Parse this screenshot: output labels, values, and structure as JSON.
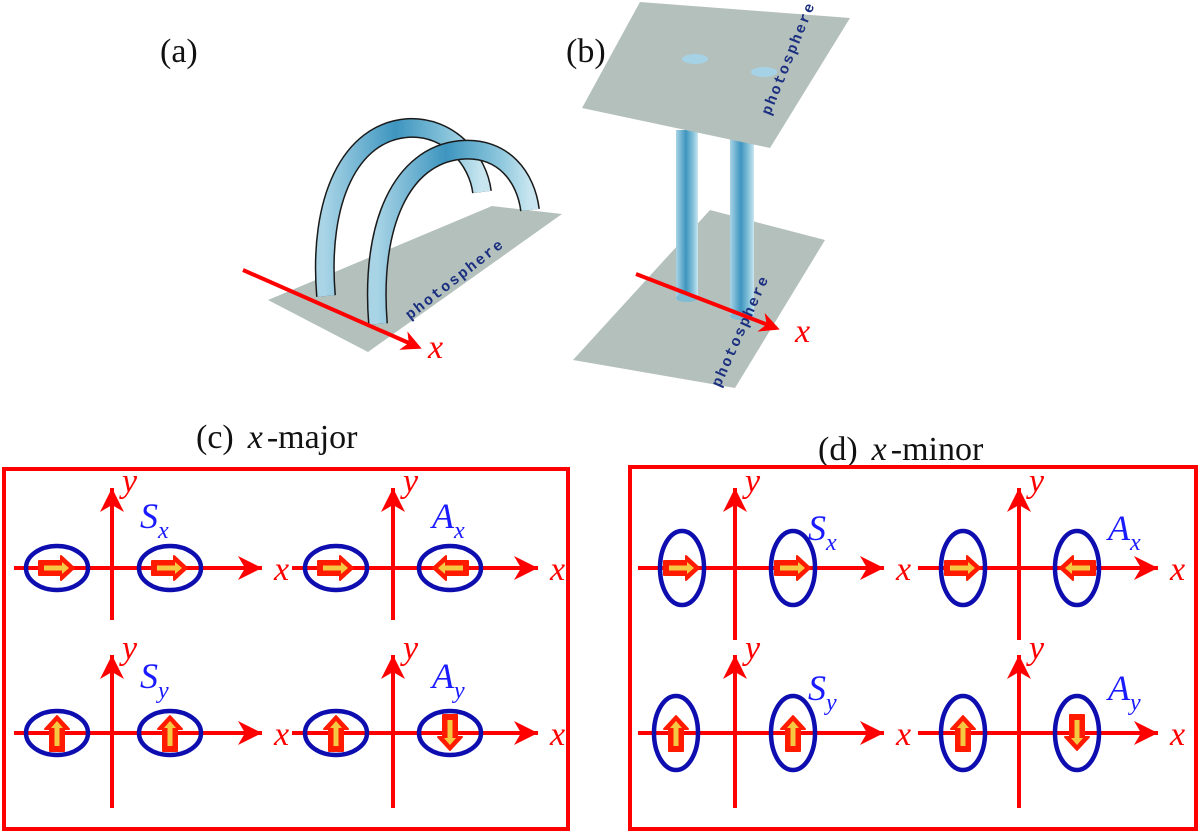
{
  "figure": {
    "panel_a": {
      "label": "(a)",
      "surface_label": "photosphere",
      "axis_label": "x",
      "structure": "two-loop-arcade"
    },
    "panel_b": {
      "label": "(b)",
      "surface_label_top": "photosphere",
      "surface_label_bottom": "photosphere",
      "axis_label": "x",
      "structure": "two-vertical-tubes-between-planes"
    },
    "panel_c": {
      "label": "(c)",
      "title_var": "x",
      "title_suffix": "-major",
      "ellipse_orientation": "horizontal",
      "modes": [
        {
          "name": "S",
          "sub": "x",
          "arrows": [
            "right",
            "right"
          ]
        },
        {
          "name": "A",
          "sub": "x",
          "arrows": [
            "right",
            "left"
          ]
        },
        {
          "name": "S",
          "sub": "y",
          "arrows": [
            "up",
            "up"
          ]
        },
        {
          "name": "A",
          "sub": "y",
          "arrows": [
            "up",
            "down"
          ]
        }
      ]
    },
    "panel_d": {
      "label": "(d)",
      "title_var": "x",
      "title_suffix": "-minor",
      "ellipse_orientation": "vertical",
      "modes": [
        {
          "name": "S",
          "sub": "x",
          "arrows": [
            "right",
            "right"
          ]
        },
        {
          "name": "A",
          "sub": "x",
          "arrows": [
            "right",
            "left"
          ]
        },
        {
          "name": "S",
          "sub": "y",
          "arrows": [
            "up",
            "up"
          ]
        },
        {
          "name": "A",
          "sub": "y",
          "arrows": [
            "up",
            "down"
          ]
        }
      ]
    },
    "axis_labels": {
      "x": "x",
      "y": "y"
    },
    "colors": {
      "axis": "#ff0000",
      "ellipse": "#0d0db0",
      "mode_label": "#1a1aff",
      "arrow_outer": "#ff1a00",
      "arrow_inner": "#f5c842",
      "plane": "#b4c0bc",
      "tube": "#5aa8c8",
      "photosphere_text": "#1b2f80"
    }
  }
}
